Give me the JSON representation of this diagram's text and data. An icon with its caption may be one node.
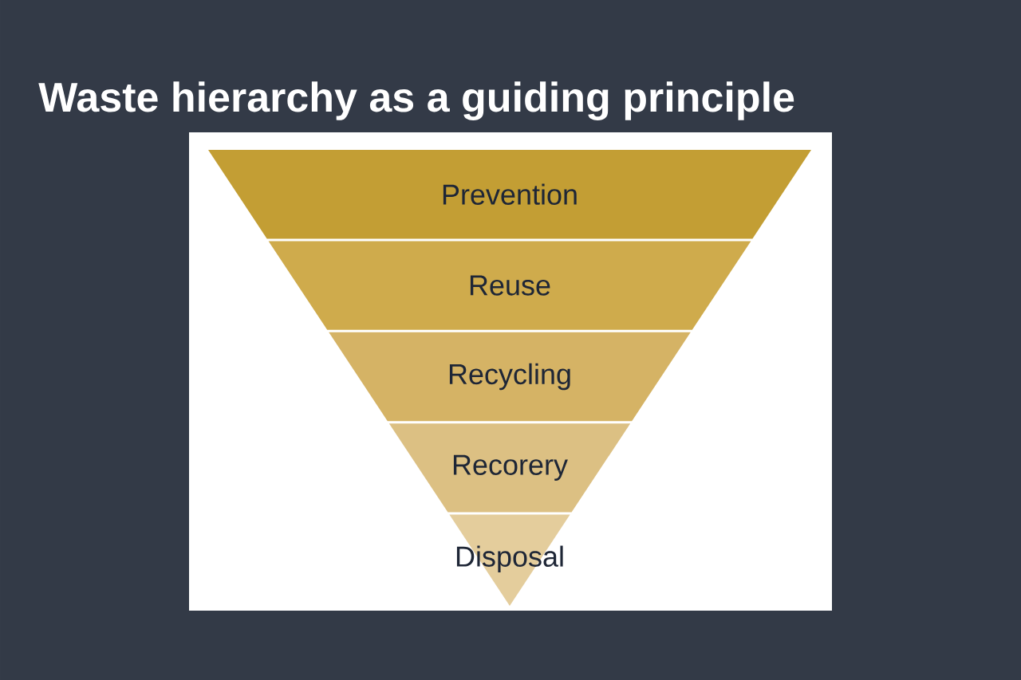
{
  "diagram": {
    "title": "Waste hierarchy as a guiding principle",
    "nodes": [
      {
        "text": [
          "Prevention"
        ]
      },
      {
        "text": [
          "Reuse"
        ]
      },
      {
        "text": [
          "Recycling"
        ]
      },
      {
        "text": [
          "Recorery"
        ]
      },
      {
        "text": [
          "Disposal"
        ]
      }
    ]
  }
}
